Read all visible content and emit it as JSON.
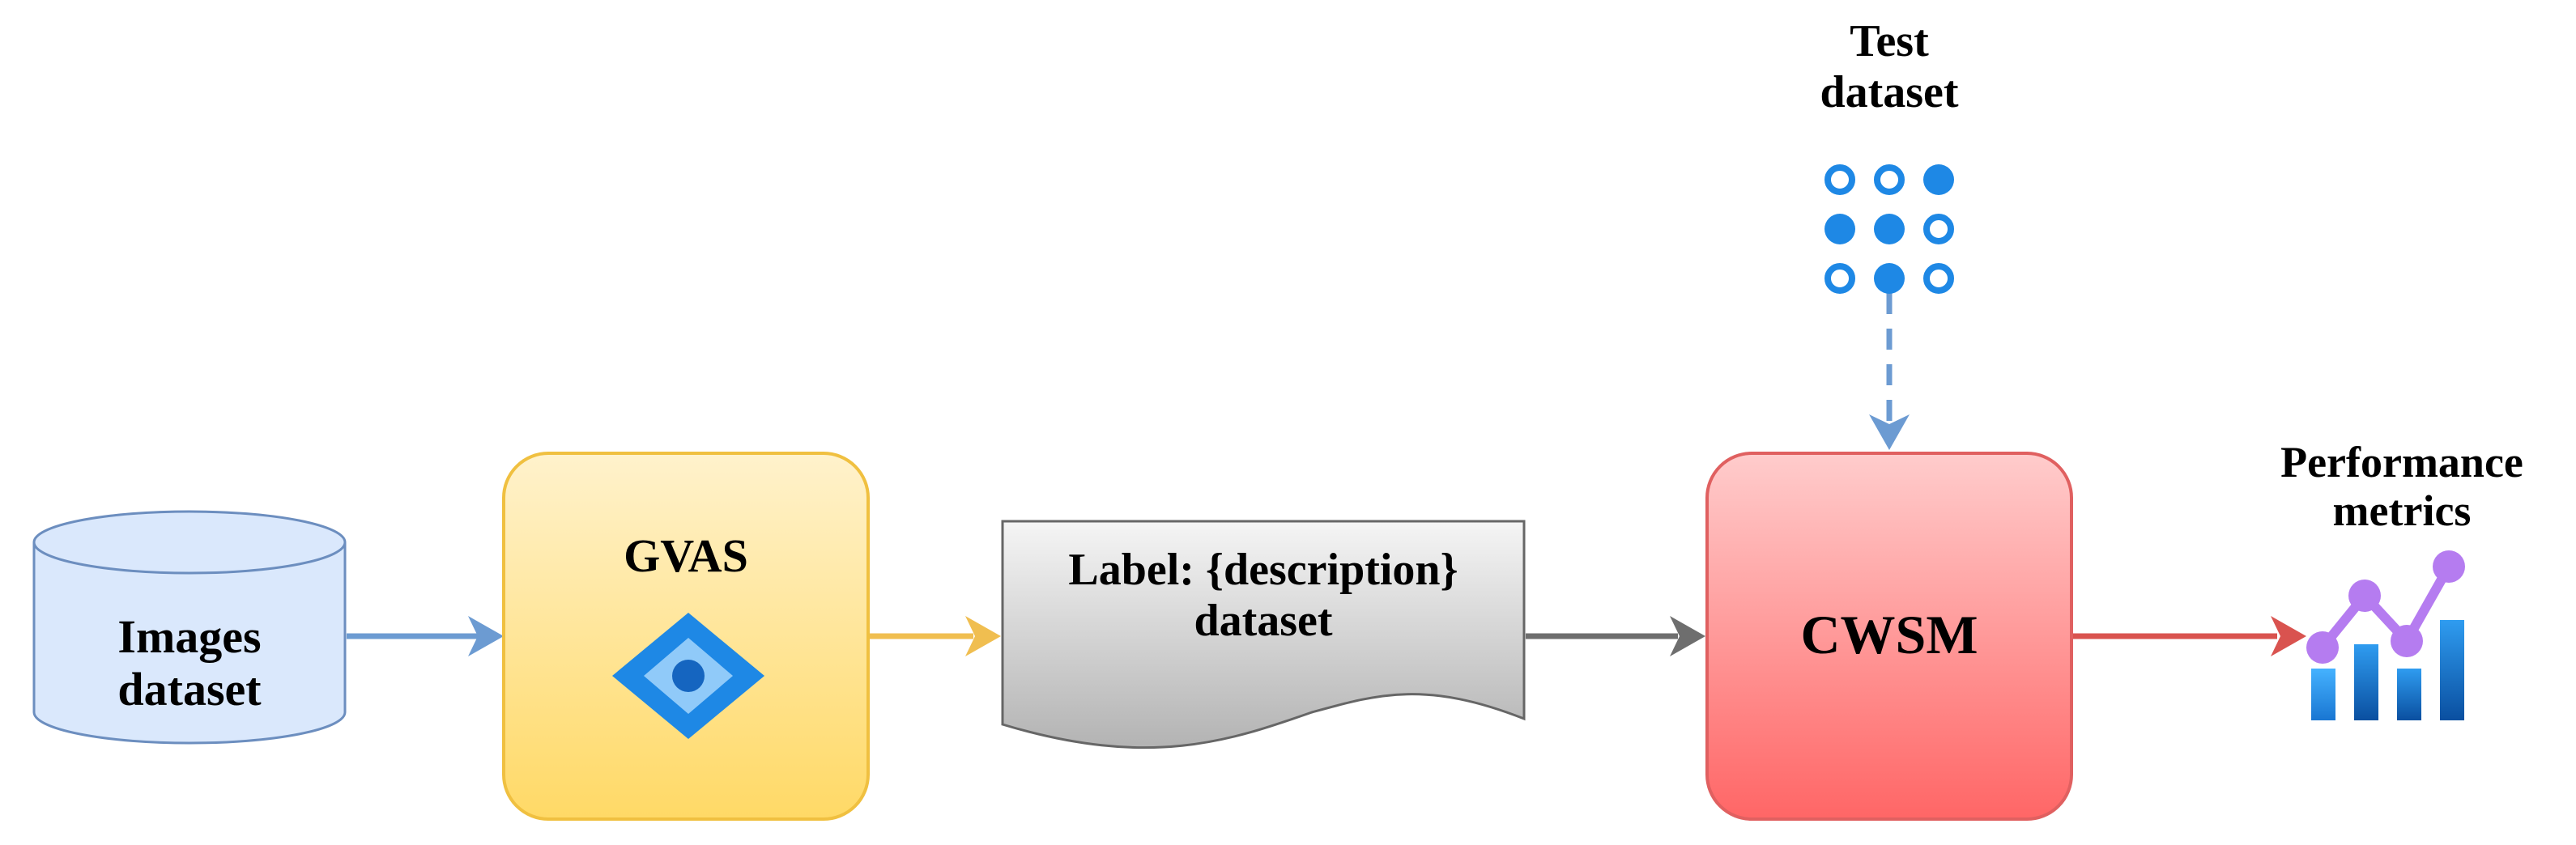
{
  "nodes": {
    "images": {
      "lines": [
        "Images",
        "dataset"
      ]
    },
    "gvas": {
      "label": "GVAS"
    },
    "label_doc": {
      "lines": [
        "Label: {description}",
        "dataset"
      ]
    },
    "cwsm": {
      "label": "CWSM"
    },
    "test": {
      "lines": [
        "Test",
        "dataset"
      ]
    },
    "performance": {
      "lines": [
        "Performance",
        "metrics"
      ]
    }
  },
  "colors": {
    "images_fill": "#dae8fc",
    "images_stroke": "#6c8ebf",
    "gvas_stroke": "#f0c040",
    "cwsm_stroke": "#e06060",
    "arrow_blue": "#6c9bd2",
    "arrow_yellow": "#f0be50",
    "arrow_gray": "#6e6e6e",
    "arrow_red": "#d9534f",
    "accent_blue": "#1e88e5",
    "metrics_purple": "#b57cf0"
  },
  "icons": {
    "gvas": "diamond-eye-icon",
    "test": "dot-matrix-icon",
    "performance": "chart-trend-icon"
  }
}
